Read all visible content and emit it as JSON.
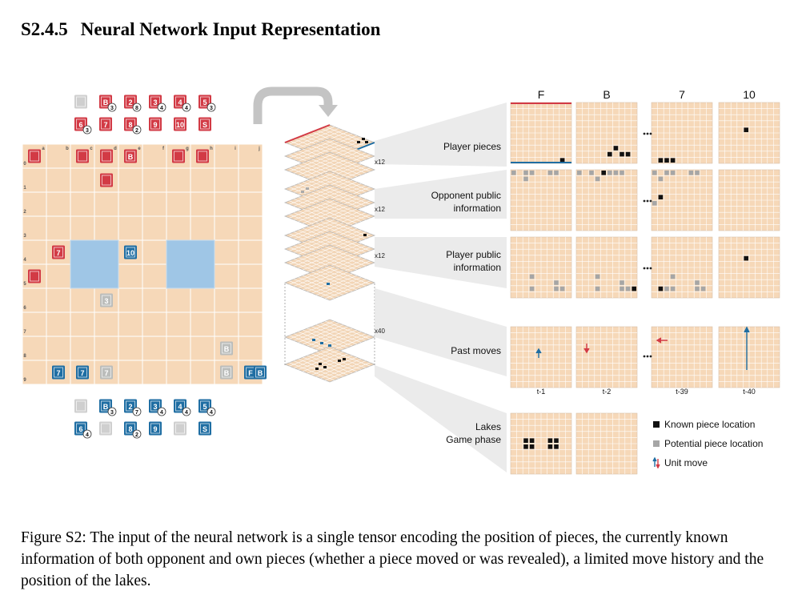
{
  "heading": {
    "number": "S2.4.5",
    "title": "Neural Network Input Representation"
  },
  "columns": [
    "F",
    "B",
    "7",
    "10"
  ],
  "block_labels": {
    "player_pieces": "Player pieces",
    "opponent_public": [
      "Opponent public",
      "information"
    ],
    "player_public": [
      "Player public",
      "information"
    ],
    "past_moves": "Past moves",
    "lakes_phase": [
      "Lakes",
      "Game phase"
    ]
  },
  "time_labels": [
    "t-1",
    "t-2",
    "t-39",
    "t-40"
  ],
  "stack_counts": [
    "x12",
    "x12",
    "x12",
    "x40"
  ],
  "legend": {
    "known": "Known piece location",
    "potential": "Potential piece location",
    "move": "Unit move"
  },
  "board": {
    "red_reserve_top": [
      "",
      "B",
      "2",
      "3",
      "4",
      "5"
    ],
    "red_reserve_top_badges": [
      "",
      "3",
      "8",
      "4",
      "4",
      "3"
    ],
    "red_reserve_bottom": [
      "6",
      "7",
      "8",
      "9",
      "10",
      "S"
    ],
    "red_reserve_bottom_badges": [
      "3",
      "",
      "2",
      "",
      "",
      ""
    ],
    "blue_reserve_top": [
      "",
      "B",
      "2",
      "3",
      "4",
      "5"
    ],
    "blue_reserve_top_badges": [
      "",
      "3",
      "7",
      "4",
      "4",
      "4"
    ],
    "blue_reserve_bottom": [
      "6",
      "",
      "8",
      "9",
      "",
      "S"
    ],
    "blue_reserve_bottom_badges": [
      "4",
      "",
      "2",
      "",
      "",
      ""
    ],
    "column_letters": [
      "a",
      "b",
      "c",
      "d",
      "e",
      "f",
      "g",
      "h",
      "i",
      "j"
    ],
    "row_numbers": [
      "0",
      "1",
      "2",
      "3",
      "4",
      "5",
      "6",
      "7",
      "8",
      "9"
    ],
    "red_pieces": [
      {
        "label": "",
        "c": 0,
        "r": 0
      },
      {
        "label": "",
        "c": 2,
        "r": 0
      },
      {
        "label": "",
        "c": 3,
        "r": 0
      },
      {
        "label": "B",
        "c": 4,
        "r": 0
      },
      {
        "label": "",
        "c": 6,
        "r": 0
      },
      {
        "label": "",
        "c": 7,
        "r": 0
      },
      {
        "label": "",
        "c": 3,
        "r": 1
      },
      {
        "label": "7",
        "c": 1,
        "r": 4
      },
      {
        "label": "",
        "c": 0,
        "r": 5
      }
    ],
    "blue_pieces": [
      {
        "label": "10",
        "c": 4,
        "r": 4
      },
      {
        "label": "7",
        "c": 1,
        "r": 9
      },
      {
        "label": "7",
        "c": 2,
        "r": 9
      },
      {
        "label": "F",
        "c": 9,
        "r": 9
      },
      {
        "label": "B",
        "c": 10,
        "r": 9
      }
    ],
    "faded_pieces": [
      {
        "label": "3",
        "c": 3,
        "r": 6
      },
      {
        "label": "B",
        "c": 8,
        "r": 8
      },
      {
        "label": "7",
        "c": 3,
        "r": 9
      },
      {
        "label": "B",
        "c": 8,
        "r": 9
      }
    ]
  },
  "caption": "Figure S2: The input of the neural network is a single tensor encoding the position of pieces, the currently known information of both opponent and own pieces (whether a piece moved or was revealed), a limited move history and the position of the lakes.",
  "colors": {
    "board": "#f6d8b8",
    "grid": "#ffffff",
    "lake": "#9fc6e6",
    "red": "#d23a45",
    "blue": "#1f6ea3",
    "known": "#111111",
    "potential": "#a6a6a6"
  }
}
